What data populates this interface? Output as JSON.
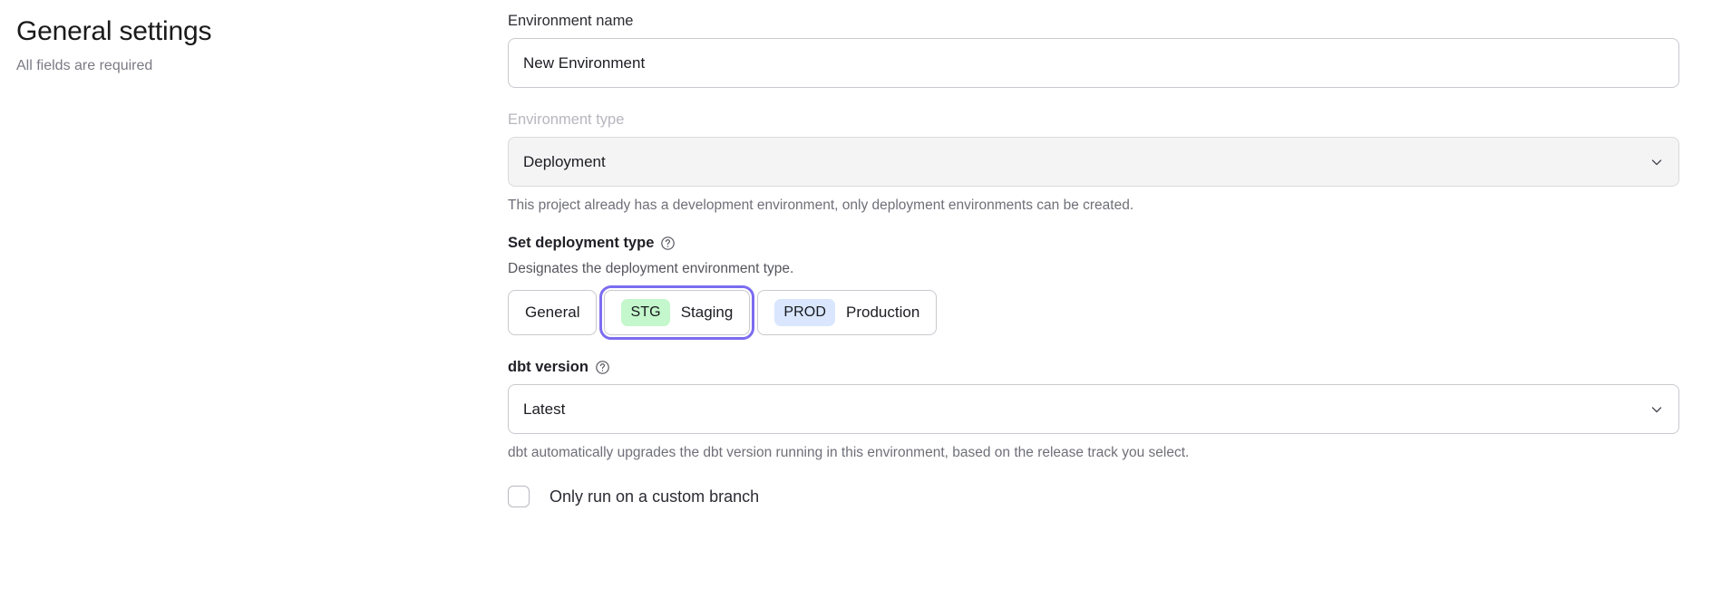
{
  "header": {
    "title": "General settings",
    "subtitle": "All fields are required"
  },
  "form": {
    "environment_name": {
      "label": "Environment name",
      "value": "New Environment",
      "placeholder": "Environment name"
    },
    "environment_type": {
      "label": "Environment type",
      "value": "Deployment",
      "disabled": true,
      "helper": "This project already has a development environment, only deployment environments can be created.",
      "chevron_icon": "chevron-down-icon"
    },
    "deployment_type": {
      "label": "Set deployment type",
      "help_icon": "question-mark-circle-icon",
      "description": "Designates the deployment environment type.",
      "options": [
        {
          "label": "General",
          "badge": "",
          "badge_color": "",
          "selected": false,
          "focused": false
        },
        {
          "label": "Staging",
          "badge": "STG",
          "badge_color": "#c4f7cb",
          "selected": true,
          "focused": true
        },
        {
          "label": "Production",
          "badge": "PROD",
          "badge_color": "#d9e6fd",
          "selected": false,
          "focused": false
        }
      ]
    },
    "dbt_version": {
      "label": "dbt version",
      "help_icon": "question-mark-circle-icon",
      "value": "Latest",
      "helper": "dbt automatically upgrades the dbt version running in this environment, based on the release track you select.",
      "chevron_icon": "chevron-down-icon"
    },
    "custom_branch": {
      "label": "Only run on a custom branch",
      "checked": false
    }
  },
  "colors": {
    "focus_ring": "#7c6cf0",
    "stg_badge": "#c4f7cb",
    "prod_badge": "#d9e6fd",
    "border": "#c9c9cf",
    "muted_text": "#6f6f79"
  }
}
